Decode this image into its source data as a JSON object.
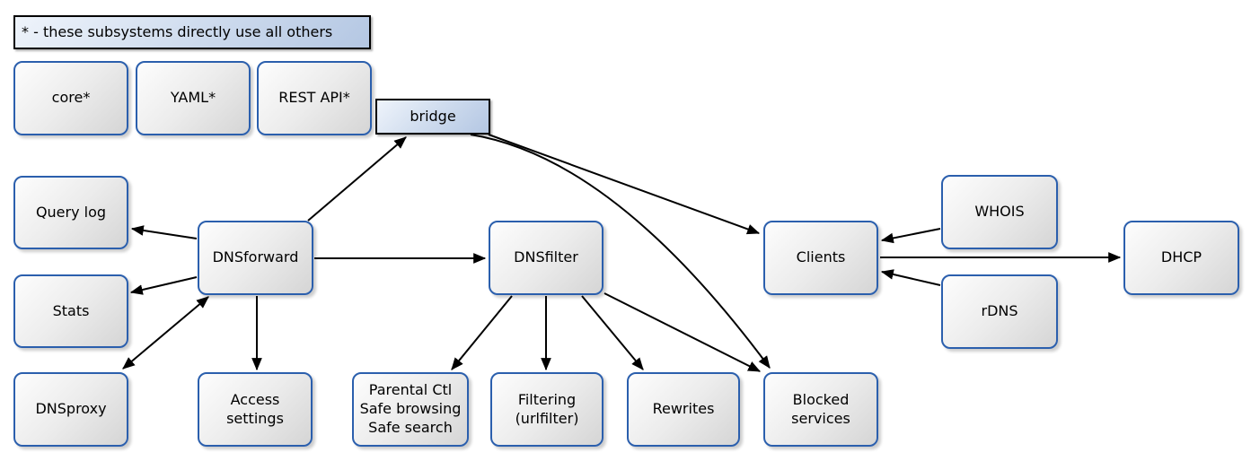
{
  "legend": {
    "text": "* - these subsystems directly use all others"
  },
  "nodes": {
    "core": {
      "label": "core*"
    },
    "yaml": {
      "label": "YAML*"
    },
    "rest_api": {
      "label": "REST API*"
    },
    "bridge": {
      "label": "bridge"
    },
    "query_log": {
      "label": "Query log"
    },
    "stats": {
      "label": "Stats"
    },
    "dnsproxy": {
      "label": "DNSproxy"
    },
    "dnsforward": {
      "label": "DNSforward"
    },
    "access_settings": {
      "label": "Access\nsettings"
    },
    "dnsfilter": {
      "label": "DNSfilter"
    },
    "parental": {
      "label": "Parental Ctl\nSafe browsing\nSafe search"
    },
    "filtering": {
      "label": "Filtering\n(urlfilter)"
    },
    "rewrites": {
      "label": "Rewrites"
    },
    "blocked_services": {
      "label": "Blocked\nservices"
    },
    "clients": {
      "label": "Clients"
    },
    "whois": {
      "label": "WHOIS"
    },
    "rdns": {
      "label": "rDNS"
    },
    "dhcp": {
      "label": "DHCP"
    }
  },
  "edges": [
    {
      "from": "dnsforward",
      "to": "bridge",
      "bidirectional": false
    },
    {
      "from": "bridge",
      "to": "clients",
      "bidirectional": false
    },
    {
      "from": "bridge",
      "to": "blocked_services",
      "bidirectional": false
    },
    {
      "from": "dnsforward",
      "to": "query_log",
      "bidirectional": false
    },
    {
      "from": "dnsforward",
      "to": "stats",
      "bidirectional": false
    },
    {
      "from": "dnsproxy",
      "to": "dnsforward",
      "bidirectional": true
    },
    {
      "from": "dnsforward",
      "to": "access_settings",
      "bidirectional": false
    },
    {
      "from": "dnsforward",
      "to": "dnsfilter",
      "bidirectional": false
    },
    {
      "from": "dnsfilter",
      "to": "parental",
      "bidirectional": false
    },
    {
      "from": "dnsfilter",
      "to": "filtering",
      "bidirectional": false
    },
    {
      "from": "dnsfilter",
      "to": "rewrites",
      "bidirectional": false
    },
    {
      "from": "dnsfilter",
      "to": "blocked_services",
      "bidirectional": false
    },
    {
      "from": "whois",
      "to": "clients",
      "bidirectional": false
    },
    {
      "from": "rdns",
      "to": "clients",
      "bidirectional": false
    },
    {
      "from": "clients",
      "to": "dhcp",
      "bidirectional": false
    }
  ],
  "colors": {
    "node_border": "#2b5fad",
    "node_fill_start": "#fdfdfd",
    "node_fill_end": "#d5d5d5",
    "plain_border": "#000000",
    "plain_fill_start": "#eff4fb",
    "plain_fill_end": "#b4c7e3",
    "edge": "#000000",
    "background": "#ffffff",
    "text": "#000000"
  }
}
